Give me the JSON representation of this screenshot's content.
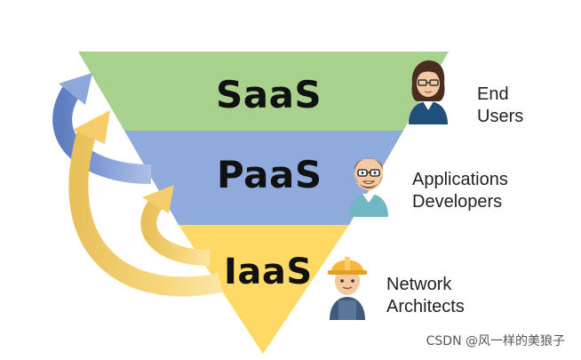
{
  "layers": [
    {
      "label": "SaaS",
      "color": "#a9d18e"
    },
    {
      "label": "PaaS",
      "color": "#8faadc"
    },
    {
      "label": "IaaS",
      "color": "#ffd966"
    }
  ],
  "roles": [
    {
      "line1": "End",
      "line2": "Users"
    },
    {
      "line1": "Applications",
      "line2": "Developers"
    },
    {
      "line1": "Network",
      "line2": "Architects"
    }
  ],
  "watermark": "CSDN @风一样的美狼子",
  "arrow_colors": {
    "blue": "#7f99cf",
    "yellow": "#f5cd6a"
  }
}
